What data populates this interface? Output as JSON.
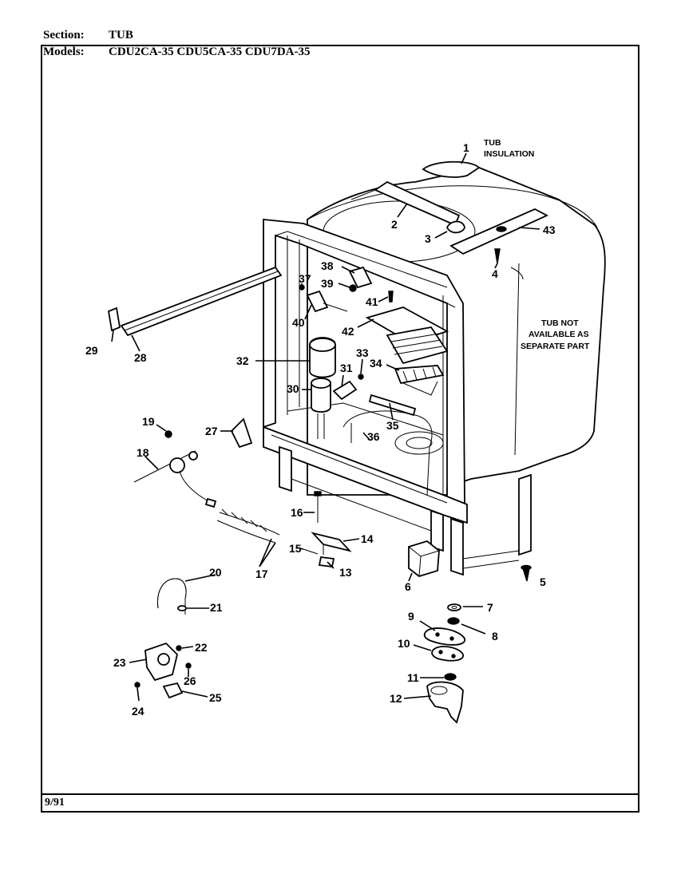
{
  "header": {
    "section_key": "Section:",
    "section_value": "TUB",
    "models_key": "Models:",
    "models_value": "CDU2CA-35  CDU5CA-35  CDU7DA-35"
  },
  "footer": {
    "date_code": "9/91"
  },
  "notes": {
    "tub_insulation_1": "TUB",
    "tub_insulation_2": "INSULATION",
    "tub_not_1": "TUB NOT",
    "tub_not_2": "AVAILABLE AS",
    "tub_not_3": "SEPARATE PART"
  },
  "callouts": [
    "1",
    "2",
    "3",
    "4",
    "5",
    "6",
    "7",
    "8",
    "9",
    "10",
    "11",
    "12",
    "13",
    "14",
    "15",
    "16",
    "17",
    "18",
    "19",
    "20",
    "21",
    "22",
    "23",
    "24",
    "25",
    "26",
    "27",
    "28",
    "29",
    "30",
    "31",
    "32",
    "33",
    "34",
    "35",
    "36",
    "37",
    "38",
    "39",
    "40",
    "41",
    "42",
    "43"
  ]
}
